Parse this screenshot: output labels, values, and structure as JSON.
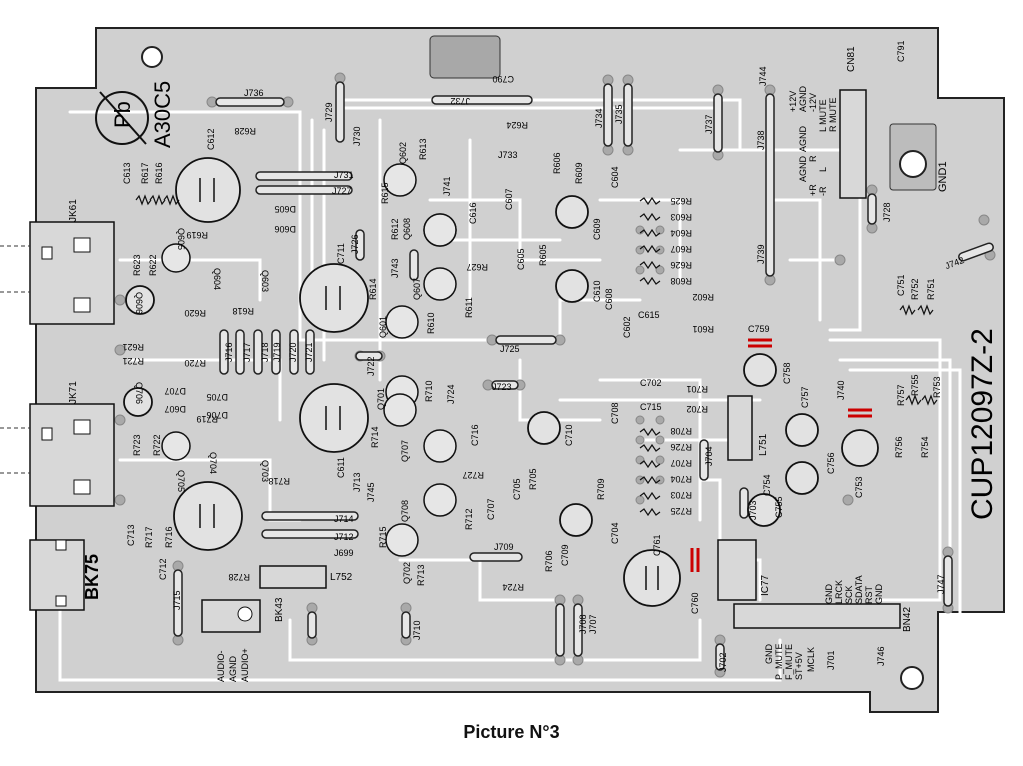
{
  "caption": "Picture N°3",
  "board": {
    "part_number": "CUP12097Z-2",
    "marking": "A30C5",
    "pb_logo": "Pb",
    "connectors": [
      "JK61",
      "JK71",
      "BK75",
      "BK43",
      "BN42",
      "CN81",
      "GND1"
    ],
    "cn81_pins": [
      "+12V",
      "AGND",
      "-12V",
      "L MUTE",
      "R MUTE",
      "AGND",
      "R",
      "L",
      "AGND",
      "+R",
      "-R"
    ],
    "bn42_pins": [
      "GND",
      "P_MUTE",
      "F_MUTE",
      "ST+5V",
      "MCLK"
    ],
    "bn42_signals": [
      "GND",
      "LRCK",
      "SCK",
      "SDATA",
      "RST",
      "GND"
    ],
    "bk43_pins": [
      "AUDIO-",
      "AGND",
      "AUDIO+"
    ],
    "ic": "IC77",
    "coils": [
      "L751",
      "L752"
    ],
    "transistors": [
      "Q601",
      "Q602",
      "Q603",
      "Q604",
      "Q605",
      "Q606",
      "Q607",
      "Q608",
      "Q701",
      "Q702",
      "Q703",
      "Q704",
      "Q705",
      "Q706",
      "Q707",
      "Q708"
    ],
    "diodes": [
      "D605",
      "D606",
      "D607",
      "D705",
      "D706",
      "D707"
    ],
    "capacitors": [
      "C612",
      "C613",
      "C604",
      "C605",
      "C607",
      "C608",
      "C609",
      "C610",
      "C615",
      "C616",
      "C602",
      "C611",
      "C711",
      "C712",
      "C713",
      "C702",
      "C704",
      "C705",
      "C707",
      "C708",
      "C709",
      "C710",
      "C715",
      "C716",
      "C751",
      "C753",
      "C754",
      "C755",
      "C756",
      "C757",
      "C758",
      "C759",
      "C760",
      "C761",
      "C790",
      "C791"
    ],
    "resistors": [
      "R616",
      "R617",
      "R618",
      "R619",
      "R620",
      "R621",
      "R622",
      "R623",
      "R624",
      "R625",
      "R626",
      "R627",
      "R628",
      "R601",
      "R602",
      "R603",
      "R604",
      "R605",
      "R606",
      "R607",
      "R608",
      "R609",
      "R610",
      "R611",
      "R612",
      "R613",
      "R614",
      "R615",
      "R701",
      "R702",
      "R703",
      "R704",
      "R705",
      "R706",
      "R707",
      "R708",
      "R709",
      "R710",
      "R712",
      "R713",
      "R714",
      "R715",
      "R716",
      "R717",
      "R718",
      "R719",
      "R720",
      "R721",
      "R722",
      "R723",
      "R724",
      "R725",
      "R726",
      "R727",
      "R728",
      "R751",
      "R752",
      "R753",
      "R754",
      "R755",
      "R756",
      "R757"
    ],
    "jumpers": [
      "J699",
      "J701",
      "J702",
      "J703",
      "J704",
      "J707",
      "J708",
      "J709",
      "J710",
      "J712",
      "J713",
      "J714",
      "J715",
      "J716",
      "J717",
      "J718",
      "J719",
      "J720",
      "J721",
      "J722",
      "J723",
      "J724",
      "J725",
      "J726",
      "J727",
      "J728",
      "J729",
      "J730",
      "J731",
      "J732",
      "J733",
      "J734",
      "J735",
      "J736",
      "J737",
      "J738",
      "J739",
      "J740",
      "J741",
      "J742",
      "J743",
      "J744",
      "J745",
      "J746",
      "J747"
    ]
  },
  "colors": {
    "board": "#d0d0d0",
    "copper": "#b8b8b8",
    "trace": "#ffffff",
    "silkscreen": "#000000",
    "highlight": "#cc0000"
  }
}
